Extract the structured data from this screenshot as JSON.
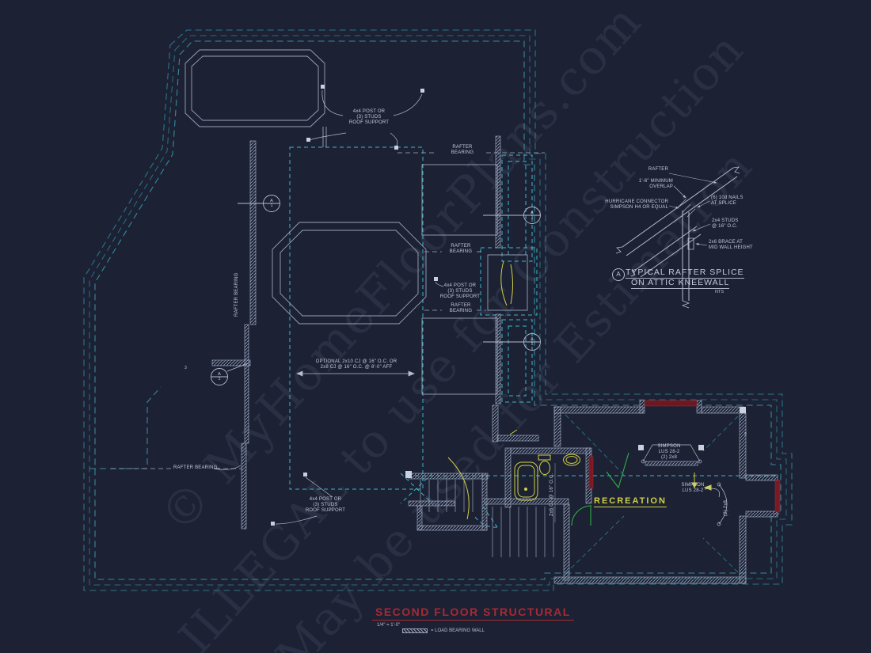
{
  "colors": {
    "background": "#1c2134",
    "roof_teal": "#2d7589",
    "ceiling_cyan": "#3db6cc",
    "line_gray": "#9aa3b8",
    "text_gray": "#c4cad9",
    "title_red": "#a62a33",
    "beam_red": "#7c1a23",
    "fixture_yellow": "#d2d044",
    "door_green": "#2fae44"
  },
  "watermark": {
    "line1": "© MyHomeFloorPlans.com",
    "line2": "ILLEGAL to use for Construction",
    "line3": "May be used for Estimation"
  },
  "plan": {
    "rafter_bearing_stacked": "RAFTER\nBEARING",
    "rafter_bearing": "RAFTER BEARING",
    "post_support": "4x4 POST OR\n(3) STUDS\nROOF SUPPORT",
    "optional_joists": "OPTIONAL 2x10 CJ @ 16\" O.C. OR\n2x8 CJ @ 16\" O.C. @ 8'-0\" AFF",
    "joist_note_vertical": "2x6 CJ @ 16\" O.C.",
    "room_recreation": "RECREATION",
    "simpson_hanger_full": "SIMPSON\nLUS 28-2\n(2) 2x8",
    "simpson_hanger": "SIMPSON\nLUS 28-2",
    "beam_note_vertical": "(2) 2x8",
    "post_count": "3",
    "callout_letter": "A",
    "callout_number": "1"
  },
  "detail": {
    "marker": "A",
    "title_line1": "TYPICAL RAFTER SPLICE",
    "title_line2": "ON ATTIC KNEEWALL",
    "scale": "NTS",
    "labels": {
      "rafter": "RAFTER",
      "overlap": "1'-6\" MINIMUM\nOVERLAP",
      "hurricane": "HURRICANE CONNECTOR\nSIMPSON H4 OR EQUAL",
      "nails": "(6) 10d NAILS\nAT SPLICE",
      "studs": "2x4 STUDS\n@ 16\" O.C.",
      "brace": "2x6 BRACE AT\nMID WALL HEIGHT"
    }
  },
  "title_block": {
    "title": "SECOND FLOOR STRUCTURAL",
    "scale": "1/4\" = 1'-0\"",
    "legend": "= LOAD BEARING WALL"
  }
}
